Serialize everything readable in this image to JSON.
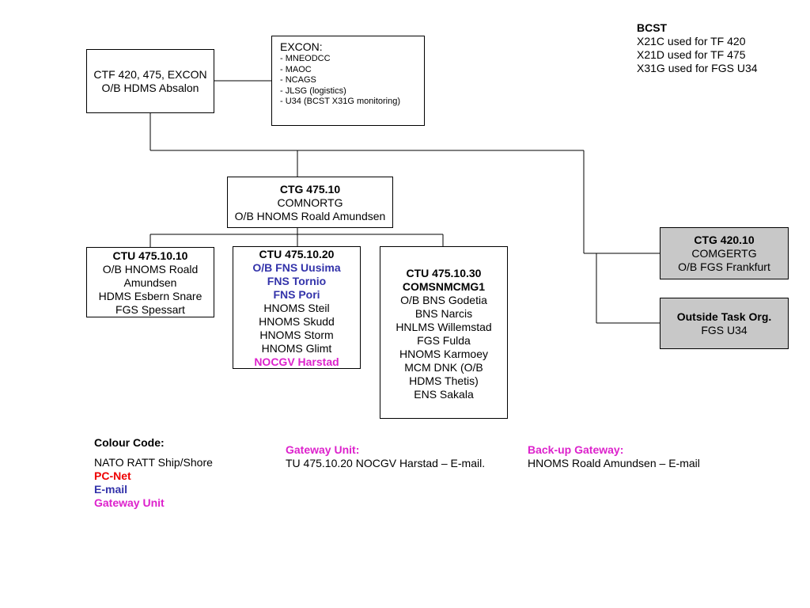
{
  "ctf": {
    "lines": [
      "CTF 420, 475, EXCON",
      "O/B HDMS Absalon"
    ]
  },
  "excon": {
    "title": "EXCON:",
    "items": [
      "- MNEODCC",
      "- MAOC",
      "- NCAGS",
      "- JLSG (logistics)",
      "- U34 (BCST X31G monitoring)"
    ]
  },
  "bcst": {
    "title": "BCST",
    "lines": [
      "X21C used for TF 420",
      "X21D used for TF 475",
      "X31G used for  FGS U34"
    ]
  },
  "ctg47510": {
    "title": "CTG 475.10",
    "lines": [
      "COMNORTG",
      "O/B HNOMS Roald Amundsen"
    ]
  },
  "ctu4751010": {
    "title": "CTU 475.10.10",
    "lines": [
      "O/B HNOMS Roald",
      "Amundsen",
      "HDMS Esbern Snare",
      "FGS Spessart"
    ]
  },
  "ctu4751020": {
    "title": "CTU 475.10.20",
    "email_lines": [
      "O/B FNS Uusima",
      "FNS Tornio",
      "FNS Pori"
    ],
    "lines": [
      "HNOMS Steil",
      "HNOMS Skudd",
      "HNOMS Storm",
      "HNOMS Glimt"
    ],
    "gateway_line": "NOCGV Harstad"
  },
  "ctu4751030": {
    "title": "CTU 475.10.30",
    "subtitle": "COMSNMCMG1",
    "lines": [
      "O/B BNS Godetia",
      "BNS Narcis",
      "HNLMS Willemstad",
      "FGS Fulda",
      "HNOMS Karmoey",
      "MCM DNK (O/B",
      "HDMS Thetis)",
      "ENS Sakala"
    ]
  },
  "ctg42010": {
    "title": "CTG 420.10",
    "lines": [
      "COMGERTG",
      "O/B FGS Frankfurt"
    ]
  },
  "outside": {
    "title": "Outside Task Org.",
    "lines": [
      "FGS U34"
    ]
  },
  "legend": {
    "title": "Colour Code:",
    "nato": "NATO RATT Ship/Shore",
    "pcnet": "PC-Net",
    "email": "E-mail",
    "gateway": "Gateway Unit"
  },
  "gateway_note": {
    "label": "Gateway Unit:",
    "text": "TU 475.10.20 NOCGV Harstad – E-mail."
  },
  "backup_note": {
    "label": "Back-up Gateway:",
    "text": "HNOMS Roald Amundsen – E-mail"
  },
  "colors": {
    "email": "#3333aa",
    "pcnet": "#ee0000",
    "gateway": "#dd22cc",
    "grey_box": "#c8c8c8"
  }
}
